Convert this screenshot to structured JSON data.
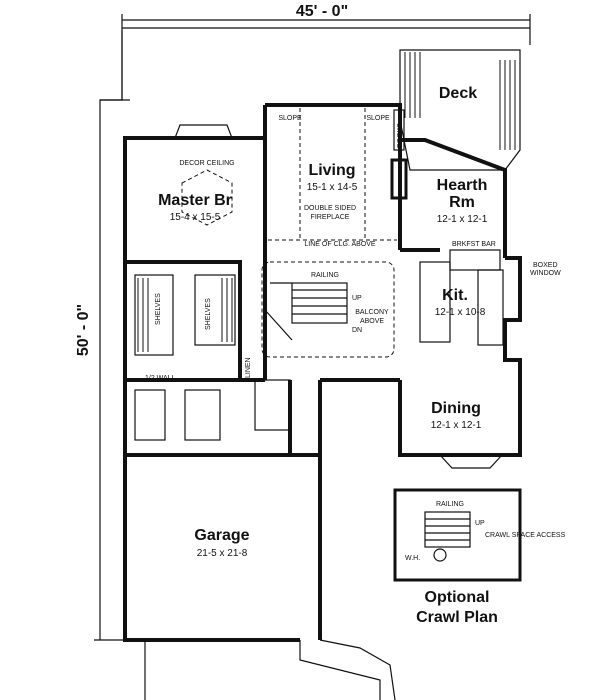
{
  "dimensions": {
    "width": "45' - 0\"",
    "depth": "50' - 0\""
  },
  "rooms": {
    "deck": {
      "name": "Deck"
    },
    "living": {
      "name": "Living",
      "size": "15-1 x 14-5"
    },
    "master": {
      "name": "Master Br",
      "size": "15-4 x 15-5"
    },
    "hearth": {
      "name": "Hearth",
      "name2": "Rm",
      "size": "12-1 x 12-1"
    },
    "kit": {
      "name": "Kit.",
      "size": "12-1 x 10-8"
    },
    "dining": {
      "name": "Dining",
      "size": "12-1 x 12-1"
    },
    "garage": {
      "name": "Garage",
      "size": "21-5 x 21-8"
    }
  },
  "notes": {
    "decor_ceiling": "DECOR CEILING",
    "slope_left": "SLOPE",
    "slope_right": "SLOPE",
    "books": "BOOKS",
    "fireplace_1": "DOUBLE SIDED",
    "fireplace_2": "FIREPLACE",
    "line_of_clg": "LINE OF CLG. ABOVE",
    "railing": "RAILING",
    "up": "UP",
    "dn": "DN",
    "balcony_1": "BALCONY",
    "balcony_2": "ABOVE",
    "brkfst_bar": "BRKFST BAR",
    "boxed_1": "BOXED",
    "boxed_2": "WINDOW",
    "shelves_1": "SHELVES",
    "shelves_2": "SHELVES",
    "half_wall": "1/2 WALL",
    "linen": "LINEN"
  },
  "crawl": {
    "railing": "RAILING",
    "up": "UP",
    "access": "CRAWL SPACE ACCESS",
    "wh": "W.H.",
    "title_1": "Optional",
    "title_2": "Crawl Plan"
  }
}
